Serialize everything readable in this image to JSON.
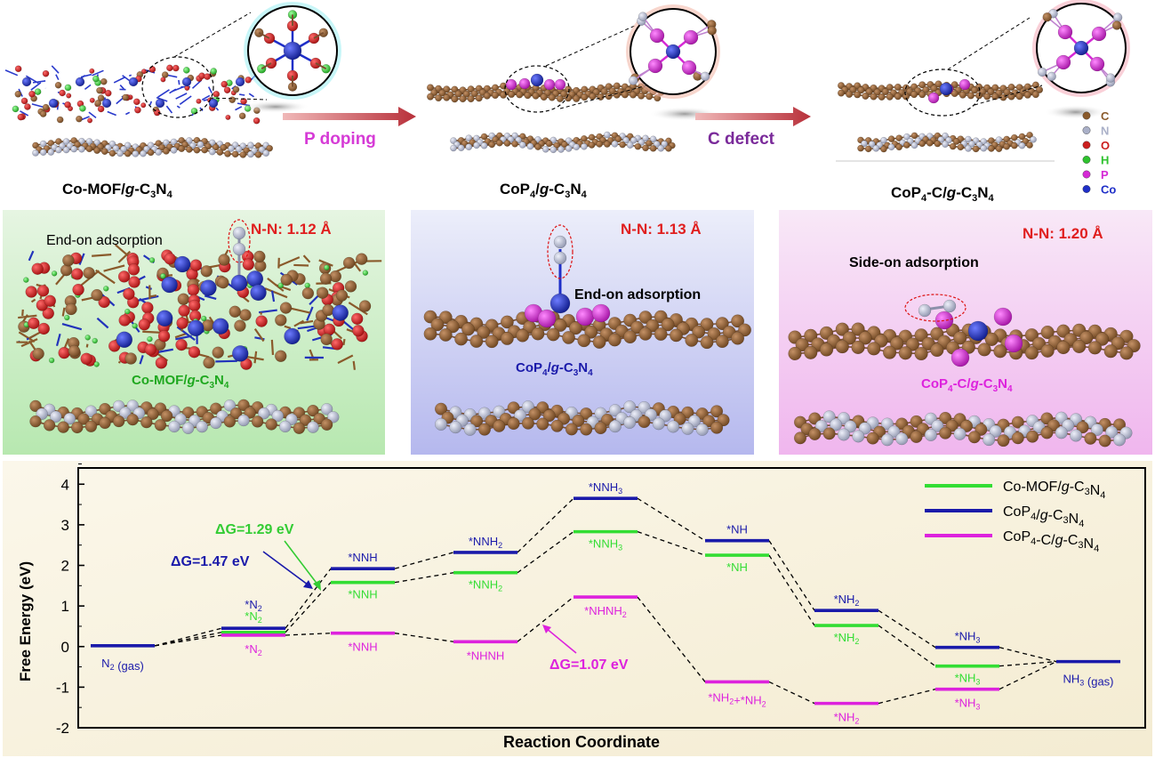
{
  "top_row": {
    "structure_1": "Co-MOF/g-C3N4",
    "structure_2": "CoP4/g-C3N4",
    "structure_3": "CoP4-C/g-C3N4",
    "arrow_1": "P doping",
    "arrow_2": "C defect",
    "legend": [
      {
        "label": "C",
        "color": "#8a5a2b"
      },
      {
        "label": "N",
        "color": "#aab0c8"
      },
      {
        "label": "O",
        "color": "#cc1f1f"
      },
      {
        "label": "H",
        "color": "#2ec22e"
      },
      {
        "label": "P",
        "color": "#d62ad6"
      },
      {
        "label": "Co",
        "color": "#1f2fc8"
      }
    ]
  },
  "middle_row": [
    {
      "bond": "N-N: 1.12 Å",
      "mode": "End-on adsorption",
      "label": "Co-MOF/g-C3N4",
      "bg": "#c9ecc4"
    },
    {
      "bond": "N-N: 1.13 Å",
      "mode": "End-on adsorption",
      "label": "CoP4/g-C3N4",
      "bg": "#c4c6ee"
    },
    {
      "bond": "N-N: 1.20 Å",
      "mode": "Side-on adsorption",
      "label": "CoP4-C/g-C3N4",
      "bg": "#f3c6f0"
    }
  ],
  "chart_data": {
    "type": "line",
    "xlabel": "Reaction Coordinate",
    "ylabel": "Free Energy (eV)",
    "ylim": [
      -2,
      4.4
    ],
    "yticks": [
      -2,
      -1,
      0,
      1,
      2,
      3,
      4
    ],
    "colors": {
      "Co-MOF/g-C3N4": "#33dd33",
      "CoP4/g-C3N4": "#1a1aaa",
      "CoP4-C/g-C3N4": "#dd22dd"
    },
    "legend": [
      {
        "name": "Co-MOF/g-C3N4",
        "color": "#33dd33"
      },
      {
        "name": "CoP4/g-C3N4",
        "color": "#1a1aaa"
      },
      {
        "name": "CoP4-C/g-C3N4",
        "color": "#dd22dd"
      }
    ],
    "series": [
      {
        "name": "CoP4/g-C3N4",
        "color": "#1a1aaa",
        "levels": [
          {
            "step": 0,
            "value": 0.02,
            "label": "N2 (gas)"
          },
          {
            "step": 1,
            "value": 0.45,
            "label": "*N2"
          },
          {
            "step": 2,
            "value": 1.92,
            "label": "*NNH"
          },
          {
            "step": 3,
            "value": 2.32,
            "label": "*NNH2"
          },
          {
            "step": 4,
            "value": 3.65,
            "label": "*NNH3"
          },
          {
            "step": 5,
            "value": 2.61,
            "label": "*NH"
          },
          {
            "step": 6,
            "value": 0.89,
            "label": "*NH2"
          },
          {
            "step": 7,
            "value": -0.02,
            "label": "*NH3"
          },
          {
            "step": 8,
            "value": -0.37,
            "label": "NH3 (gas)"
          }
        ]
      },
      {
        "name": "Co-MOF/g-C3N4",
        "color": "#33dd33",
        "levels": [
          {
            "step": 1,
            "value": 0.35,
            "label": "*N2"
          },
          {
            "step": 2,
            "value": 1.58,
            "label": "*NNH"
          },
          {
            "step": 3,
            "value": 1.82,
            "label": "*NNH2"
          },
          {
            "step": 4,
            "value": 2.83,
            "label": "*NNH3"
          },
          {
            "step": 5,
            "value": 2.25,
            "label": "*NH"
          },
          {
            "step": 6,
            "value": 0.52,
            "label": "*NH2"
          },
          {
            "step": 7,
            "value": -0.48,
            "label": "*NH3"
          }
        ]
      },
      {
        "name": "CoP4-C/g-C3N4",
        "color": "#dd22dd",
        "levels": [
          {
            "step": 1,
            "value": 0.28,
            "label": "*N2"
          },
          {
            "step": 2,
            "value": 0.33,
            "label": "*NNH"
          },
          {
            "step": 3,
            "value": 0.12,
            "label": "*NHNH"
          },
          {
            "step": 4,
            "value": 1.22,
            "label": "*NHNH2"
          },
          {
            "step": 5,
            "value": -0.87,
            "label": "*NH2+*NH2"
          },
          {
            "step": 6,
            "value": -1.4,
            "label": "*NH2"
          },
          {
            "step": 7,
            "value": -1.05,
            "label": "*NH3"
          }
        ]
      }
    ],
    "annotations": [
      {
        "text": "ΔG=1.47 eV",
        "color": "#1a1aaa"
      },
      {
        "text": "ΔG=1.29 eV",
        "color": "#33cc33"
      },
      {
        "text": "ΔG=1.07 eV",
        "color": "#dd22dd"
      }
    ]
  }
}
